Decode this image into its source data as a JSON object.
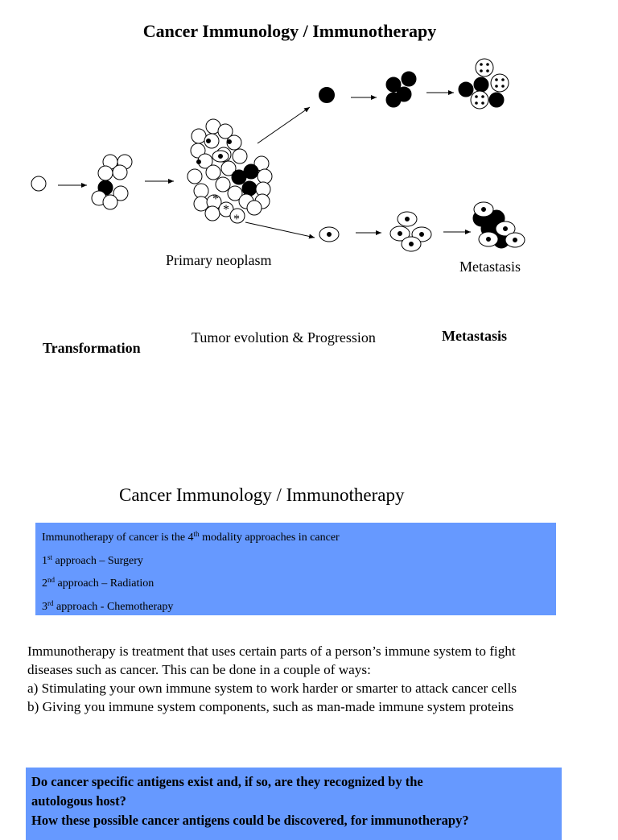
{
  "slide1": {
    "title": "Cancer Immunology / Immunotherapy",
    "labels": {
      "primary_neoplasm": "Primary neoplasm",
      "metastasis_top": "Metastasis",
      "transformation": "Transformation",
      "tumor_evolution": "Tumor evolution & Progression",
      "metastasis_bold": "Metastasis"
    },
    "asterisk": "*"
  },
  "slide2": {
    "title": "Cancer Immunology / Immunotherapy",
    "box": {
      "line1_pre": "Immunotherapy of cancer is the 4",
      "line1_sup": "th",
      "line1_post": " modality approaches in cancer",
      "line2_pre": "1",
      "line2_sup": "st",
      "line2_post": " approach – Surgery",
      "line3_pre": "2",
      "line3_sup": "nd",
      "line3_post": " approach – Radiation",
      "line4_pre": "3",
      "line4_sup": "rd",
      "line4_post": " approach - Chemotherapy"
    },
    "paragraph": [
      "Immunotherapy is treatment that uses certain parts of a person’s immune system to fight",
      "diseases such as cancer. This can be done in a couple of ways:",
      "a) Stimulating your own immune system to work harder or smarter to attack cancer cells",
      "b) Giving you immune system components, such as man-made immune system proteins"
    ],
    "question_box": [
      "Do cancer specific antigens exist and, if so, are they recognized by the",
      "autologous host?",
      "How these possible cancer antigens could be discovered, for immunotherapy?"
    ]
  },
  "colors": {
    "box_blue": "#6699ff",
    "cell_black": "#000000",
    "cell_white": "#ffffff"
  }
}
